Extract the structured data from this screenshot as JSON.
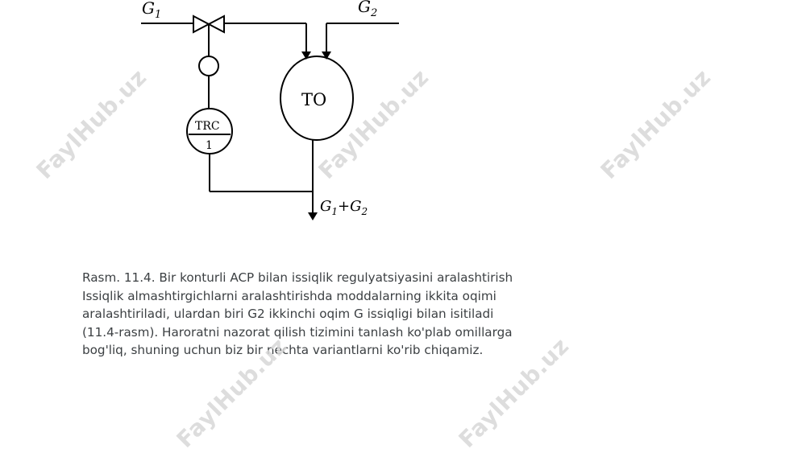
{
  "diagram": {
    "labels": {
      "g1": "G",
      "g1_sub": "1",
      "g2": "G",
      "g2_sub": "2",
      "vessel": "TO",
      "controller_tag": "TRC",
      "controller_num": "1",
      "outlet_g1": "G",
      "outlet_g1_sub": "1",
      "outlet_plus": "+G",
      "outlet_g2_sub": "2"
    }
  },
  "caption": {
    "lines": [
      "Rasm. 11.4. Bir konturli ACP bilan issiqlik regulyatsiyasini aralashtirish",
      "Issiqlik almashtirgichlarni aralashtirishda moddalarning ikkita oqimi",
      "aralashtiriladi, ulardan biri G2 ikkinchi oqim G issiqligi bilan isitiladi",
      "(11.4-rasm). Haroratni nazorat qilish tizimini tanlash ko'plab omillarga",
      "bog'liq, shuning uchun biz bir nechta variantlarni ko'rib chiqamiz."
    ]
  },
  "watermark": {
    "text": "FaylHub.uz"
  }
}
